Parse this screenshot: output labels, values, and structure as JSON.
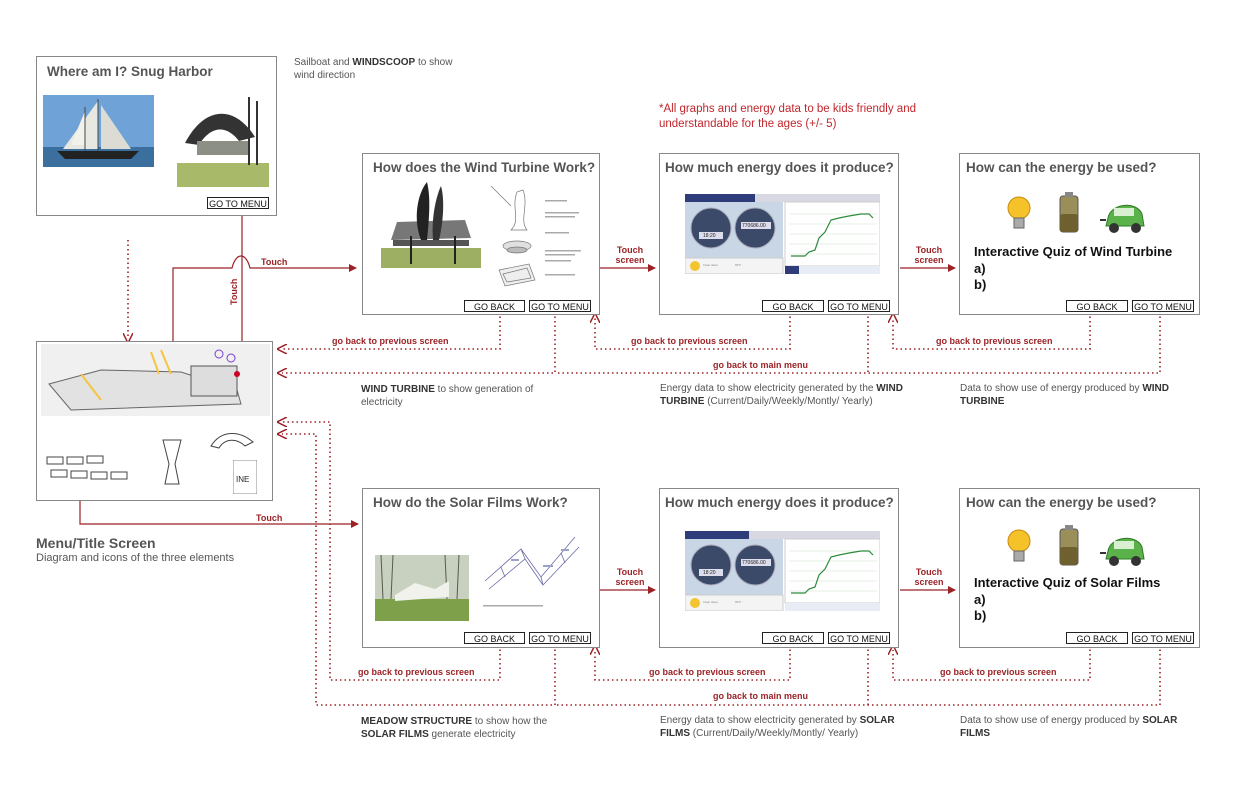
{
  "where": {
    "title": "Where am I?  Snug Harbor",
    "menu_btn": "GO TO MENU",
    "note_pre": "Sailboat and ",
    "note_bold": "WINDSCOOP",
    "note_post": " to show wind direction"
  },
  "note_red": "*All graphs and energy data to be kids friendly and understandable for the ages (+/- 5)",
  "menu_screen": {
    "title": "Menu/Title Screen",
    "subtitle": "Diagram and icons of the three elements"
  },
  "wind_row": {
    "turbine": {
      "title": "How does the Wind Turbine Work?",
      "back": "GO BACK",
      "menu": "GO TO MENU",
      "desc_bold": "WIND TURBINE",
      "desc_rest": " to show generation of electricity"
    },
    "energy": {
      "title": "How much energy does it produce?",
      "back": "GO BACK",
      "menu": "GO TO MENU",
      "desc_pre": "Energy data to show electricity generated by the ",
      "desc_bold": "WIND TURBINE",
      "desc_post": " (Current/Daily/Weekly/Montly/ Yearly)"
    },
    "use": {
      "title": "How can the energy be used?",
      "quiz": "Interactive Quiz of Wind Turbine",
      "a": "a)",
      "b": "b)",
      "back": "GO BACK",
      "menu": "GO TO MENU",
      "desc_pre": "Data to show use of energy produced by ",
      "desc_bold": "WIND TURBINE"
    }
  },
  "solar_row": {
    "films": {
      "title": "How do the Solar Films Work?",
      "back": "GO BACK",
      "menu": "GO TO MENU",
      "desc_bold1": "MEADOW STRUCTURE",
      "desc_mid": " to show how the ",
      "desc_bold2": "SOLAR FILMS",
      "desc_post": " generate electricity"
    },
    "energy": {
      "title": "How much energy does it produce?",
      "back": "GO BACK",
      "menu": "GO TO MENU",
      "desc_pre": "Energy data to show electricity generated by ",
      "desc_bold": "SOLAR FILMS",
      "desc_post": " (Current/Daily/Weekly/Montly/ Yearly)"
    },
    "use": {
      "title": "How can the energy be used?",
      "quiz": "Interactive Quiz of Solar Films",
      "a": "a)",
      "b": "b)",
      "back": "GO BACK",
      "menu": "GO TO MENU",
      "desc_pre": "Data to show use of energy produced by ",
      "desc_bold": "SOLAR FILMS"
    }
  },
  "labels": {
    "touch": "Touch",
    "touch_screen_1": "Touch",
    "touch_screen_2": "screen",
    "go_back_prev": "go back to previous screen",
    "go_back_main": "go back to main menu"
  },
  "meter": {
    "reading": "770686.00",
    "time": "18:20",
    "temp": "65°F",
    "weather": "Clear skies",
    "brand": "ZeroAlta SOLAR"
  },
  "colors": {
    "accent": "#9b2226",
    "panel_border": "#888888",
    "text": "#555555"
  }
}
